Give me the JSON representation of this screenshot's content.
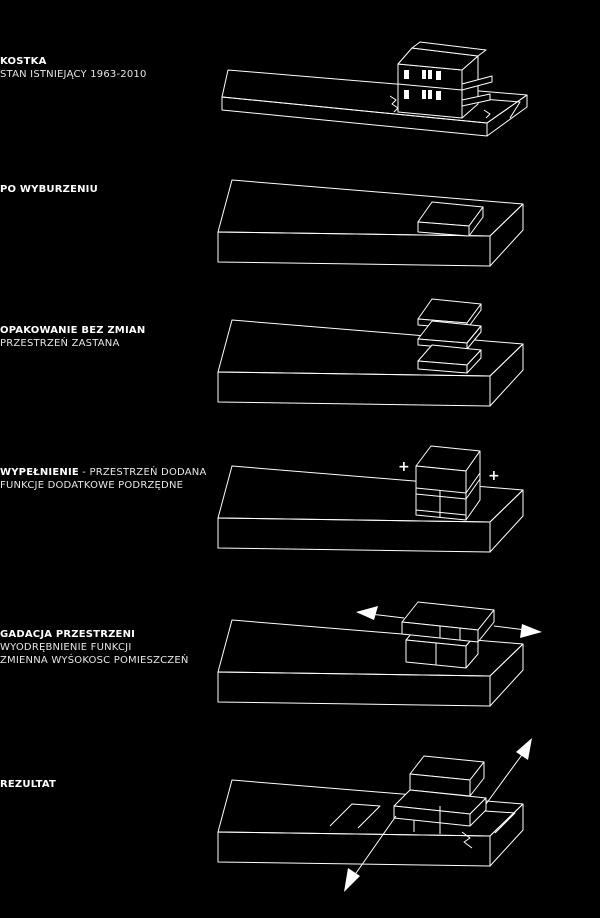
{
  "steps": [
    {
      "title": "KOSTKA",
      "subtitle": "STAN ISTNIEJĄCY 1963-2010"
    },
    {
      "title": "PO WYBURZENIU",
      "subtitle": ""
    },
    {
      "title": "OPAKOWANIE BEZ ZMIAN",
      "subtitle": "PRZESTRZEŃ ZASTANA"
    },
    {
      "title": "WYPEŁNIENIE",
      "title_suffix": " - PRZESTRZEŃ DODANA",
      "subtitle": "FUNKCJE DODATKOWE PODRZĘDNE"
    },
    {
      "title": "GADACJA PRZESTRZENI",
      "subtitle": "WYODRĘBNIENIE FUNKCJI",
      "subtitle2": "ZMIENNA WYŚOKOSC POMIESZCZEŃ"
    },
    {
      "title": "REZULTAT",
      "subtitle": ""
    }
  ],
  "symbols": {
    "plus": "+"
  },
  "colors": {
    "background": "#000000",
    "line": "#ffffff"
  }
}
